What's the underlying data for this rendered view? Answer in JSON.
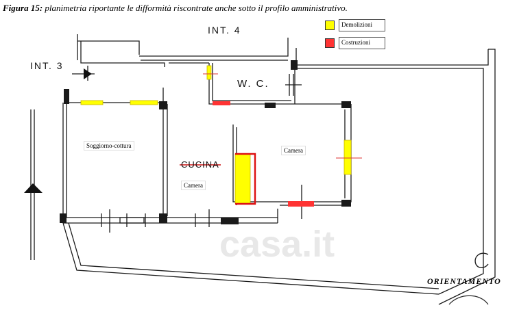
{
  "caption": {
    "figure_label": "Figura 15:",
    "text": " planimetria riportante le difformità riscontrate anche sotto il profilo amministrativo."
  },
  "legend": {
    "demolizioni_label": "Demolizioni",
    "demolizioni_color": "#ffff00",
    "costruzioni_label": "Costruzioni",
    "costruzioni_color": "#ff3333"
  },
  "labels": {
    "int4": "INT. 4",
    "int3": "INT. 3",
    "wc": "W. C.",
    "soggiorno": "Soggiorno-cottura",
    "cucina": "CUCINA",
    "camera_left": "Camera",
    "camera_right": "Camera",
    "orientamento": "ORIENTAMENTO"
  },
  "watermark": "casa.it",
  "colors": {
    "wall": "#1a1a1a",
    "red_outline": "#dd1111"
  }
}
